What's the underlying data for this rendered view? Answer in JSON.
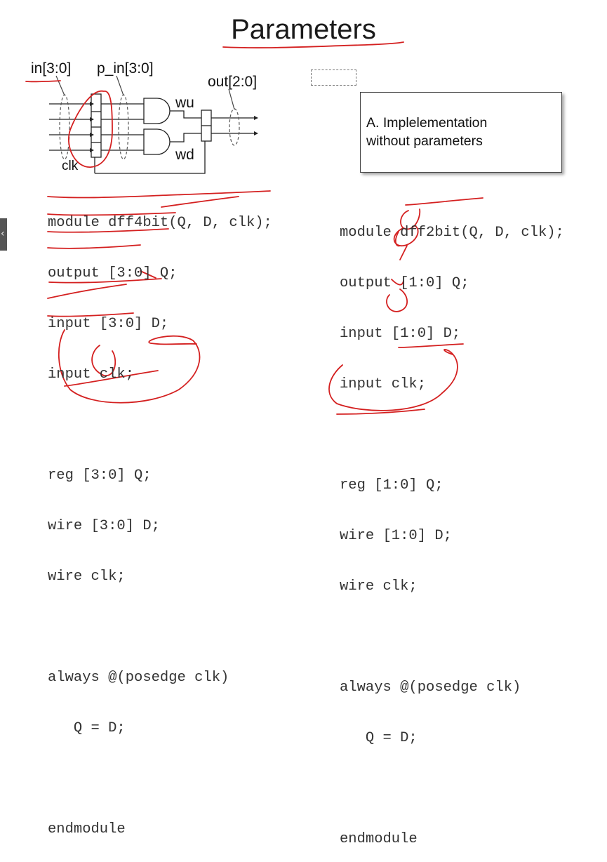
{
  "slide": {
    "title": "Parameters",
    "signals": {
      "in": "in[3:0]",
      "p_in": "p_in[3:0]",
      "out": "out[2:0]",
      "wu": "wu",
      "wd": "wd",
      "clk": "clk"
    },
    "callout": "A. Implelementation\nwithout parameters",
    "left_code": [
      "module dff4bit(Q, D, clk);",
      "output [3:0] Q;",
      "input [3:0] D;",
      "input clk;",
      "",
      "reg [3:0] Q;",
      "wire [3:0] D;",
      "wire clk;",
      "",
      "always @(posedge clk)",
      "   Q = D;",
      "",
      "endmodule"
    ],
    "right_code": [
      "module dff2bit(Q, D, clk);",
      "output [1:0] Q;",
      "input [1:0] D;",
      "input clk;",
      "",
      "reg [1:0] Q;",
      "wire [1:0] D;",
      "wire clk;",
      "",
      "always @(posedge clk)",
      "   Q = D;",
      "",
      "endmodule"
    ]
  },
  "colors": {
    "annotation": "#d42020",
    "text": "#333333"
  },
  "icons": {
    "sidebar_tab": "chevron-left-icon"
  }
}
